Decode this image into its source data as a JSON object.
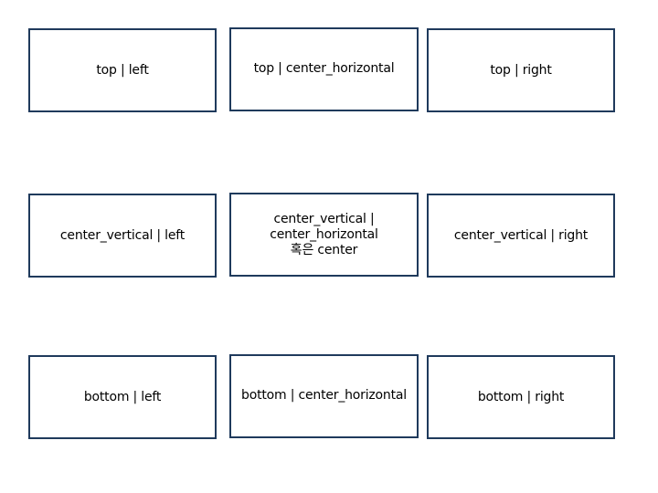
{
  "grid": {
    "cells": [
      {
        "label": "top | left"
      },
      {
        "label": "top | center_horizontal"
      },
      {
        "label": "top | right"
      },
      {
        "label": "center_vertical | left"
      },
      {
        "label": "center_vertical |\ncenter_horizontal\n혹은 center"
      },
      {
        "label": "center_vertical | right"
      },
      {
        "label": "bottom | left"
      },
      {
        "label": "bottom | center_horizontal"
      },
      {
        "label": "bottom | right"
      }
    ]
  },
  "colors": {
    "border": "#1f3a5c",
    "text": "#000000",
    "background": "#ffffff"
  }
}
